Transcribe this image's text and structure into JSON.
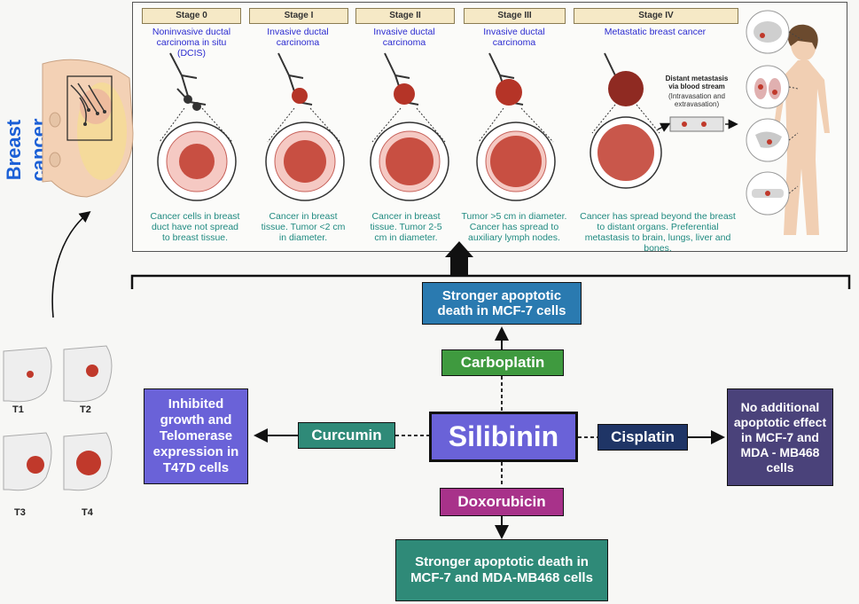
{
  "side_title": "Breast cancer",
  "stages": [
    {
      "tab": "Stage 0",
      "title": "Noninvasive ductal carcinoma in situ (DCIS)",
      "desc": "Cancer cells in breast duct have not spread to breast tissue."
    },
    {
      "tab": "Stage I",
      "title": "Invasive ductal carcinoma",
      "desc": "Cancer in breast tissue. Tumor <2 cm in diameter."
    },
    {
      "tab": "Stage II",
      "title": "Invasive ductal carcinoma",
      "desc": "Cancer in breast tissue. Tumor 2-5 cm in diameter."
    },
    {
      "tab": "Stage III",
      "title": "Invasive ductal carcinoma",
      "desc": "Tumor >5 cm in diameter. Cancer has spread to auxiliary lymph nodes."
    },
    {
      "tab": "Stage IV",
      "title": "Metastatic breast cancer",
      "desc": "Cancer has spread beyond the breast to distant organs. Preferential metastasis to brain, lungs, liver and bones."
    }
  ],
  "metastasis": {
    "title": "Distant metastasis via blood stream",
    "sub": "(Intravasation and extravasation)"
  },
  "tumor_sizes": [
    "T1",
    "T2",
    "T3",
    "T4"
  ],
  "center": "Silibinin",
  "drugs": {
    "carboplatin": "Carboplatin",
    "curcumin": "Curcumin",
    "cisplatin": "Cisplatin",
    "doxorubicin": "Doxorubicin"
  },
  "outcomes": {
    "top": "Stronger apoptotic death in MCF-7 cells",
    "left": "Inhibited growth and Telomerase expression in T47D cells",
    "right": "No additional apoptotic effect in MCF-7 and MDA - MB468 cells",
    "bottom": "Stronger apoptotic death in MCF-7 and MDA-MB468 cells"
  },
  "colors": {
    "carboplatin": "#3f9a3f",
    "curcumin": "#2f8a78",
    "cisplatin": "#1f3566",
    "doxorubicin": "#a8328a",
    "center": "#6a62d8",
    "top": "#2a7ab0",
    "left": "#6a62d8",
    "right": "#4a427a",
    "bottom": "#2f8a78"
  }
}
